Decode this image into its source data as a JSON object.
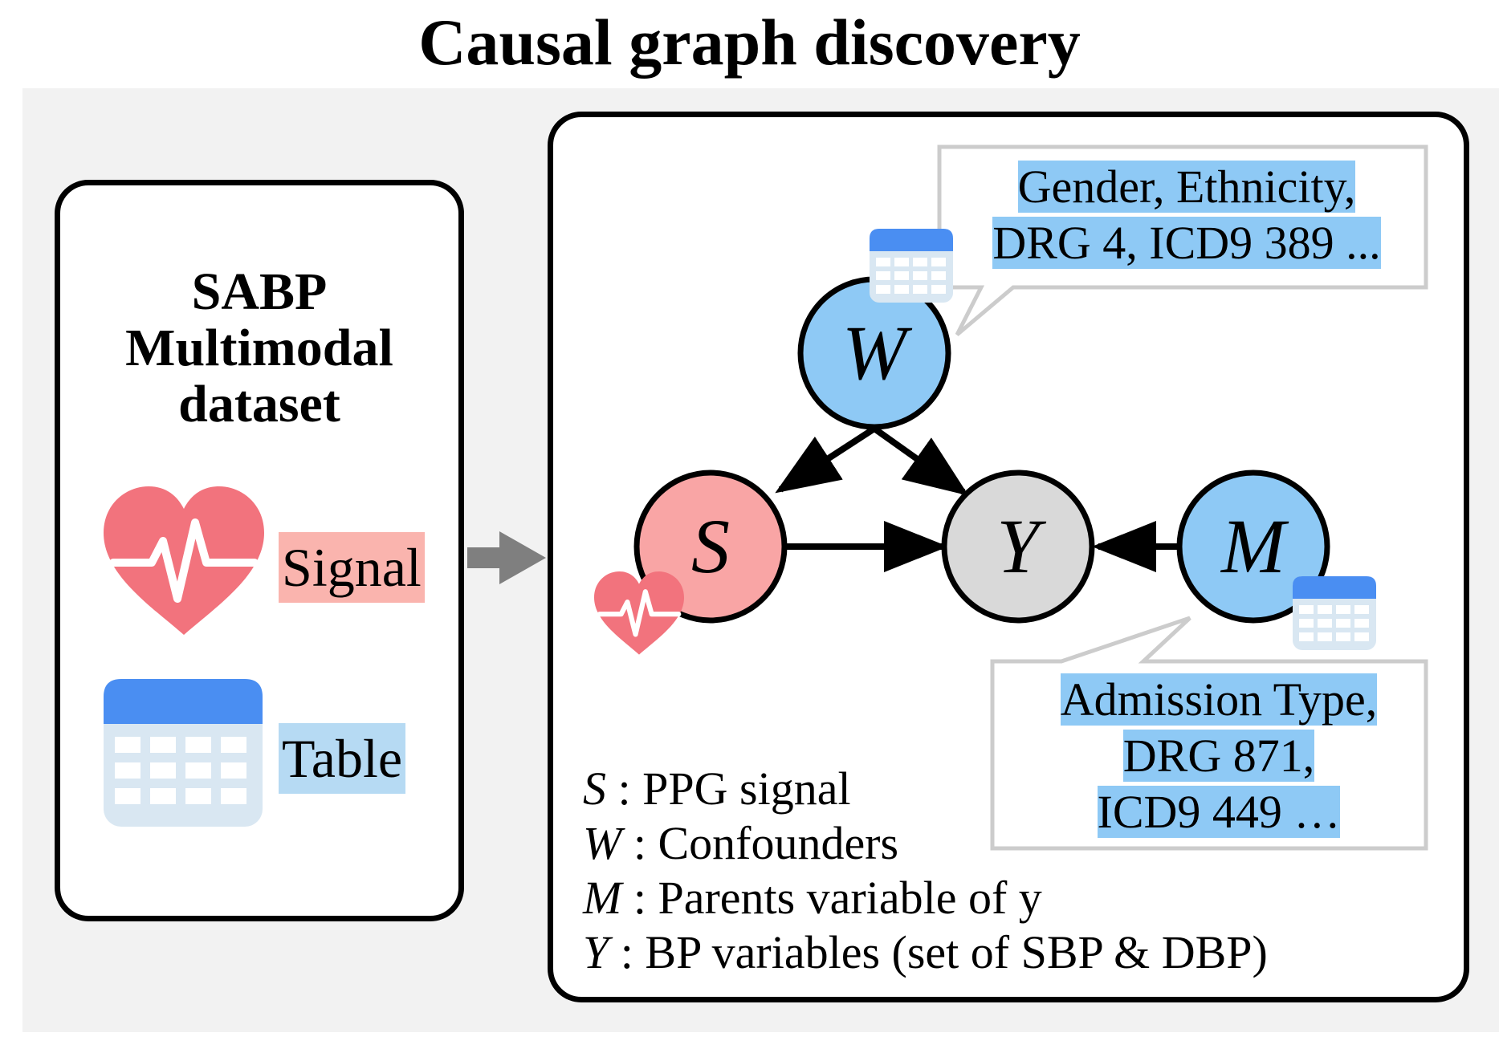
{
  "title": "Causal graph discovery",
  "dataset": {
    "title_lines": [
      "SABP",
      "Multimodal",
      "dataset"
    ],
    "modalities": [
      {
        "label": "Signal",
        "icon": "heart-pulse-icon",
        "color": "#fab4ae"
      },
      {
        "label": "Table",
        "icon": "table-icon",
        "color": "#b6daf3"
      }
    ]
  },
  "graph": {
    "nodes": [
      {
        "id": "W",
        "label": "W",
        "color": "#8ec9f5"
      },
      {
        "id": "S",
        "label": "S",
        "color": "#f9a5a5"
      },
      {
        "id": "Y",
        "label": "Y",
        "color": "#d9d9d9"
      },
      {
        "id": "M",
        "label": "M",
        "color": "#8ec9f5"
      }
    ],
    "edges": [
      {
        "from": "W",
        "to": "S"
      },
      {
        "from": "W",
        "to": "Y"
      },
      {
        "from": "S",
        "to": "Y"
      },
      {
        "from": "M",
        "to": "Y"
      }
    ],
    "w_note_lines": [
      "Gender, Ethnicity,",
      "DRG 4, ICD9 389 ..."
    ],
    "m_note_lines": [
      "Admission Type,",
      "DRG 871,",
      "ICD9 449 …"
    ]
  },
  "legend": [
    {
      "symbol": "S",
      "text": " : PPG signal"
    },
    {
      "symbol": "W",
      "text": " : Confounders"
    },
    {
      "symbol": "M",
      "text": " : Parents variable of y"
    },
    {
      "symbol": "Y",
      "text": " : BP variables (set of SBP & DBP)"
    }
  ]
}
